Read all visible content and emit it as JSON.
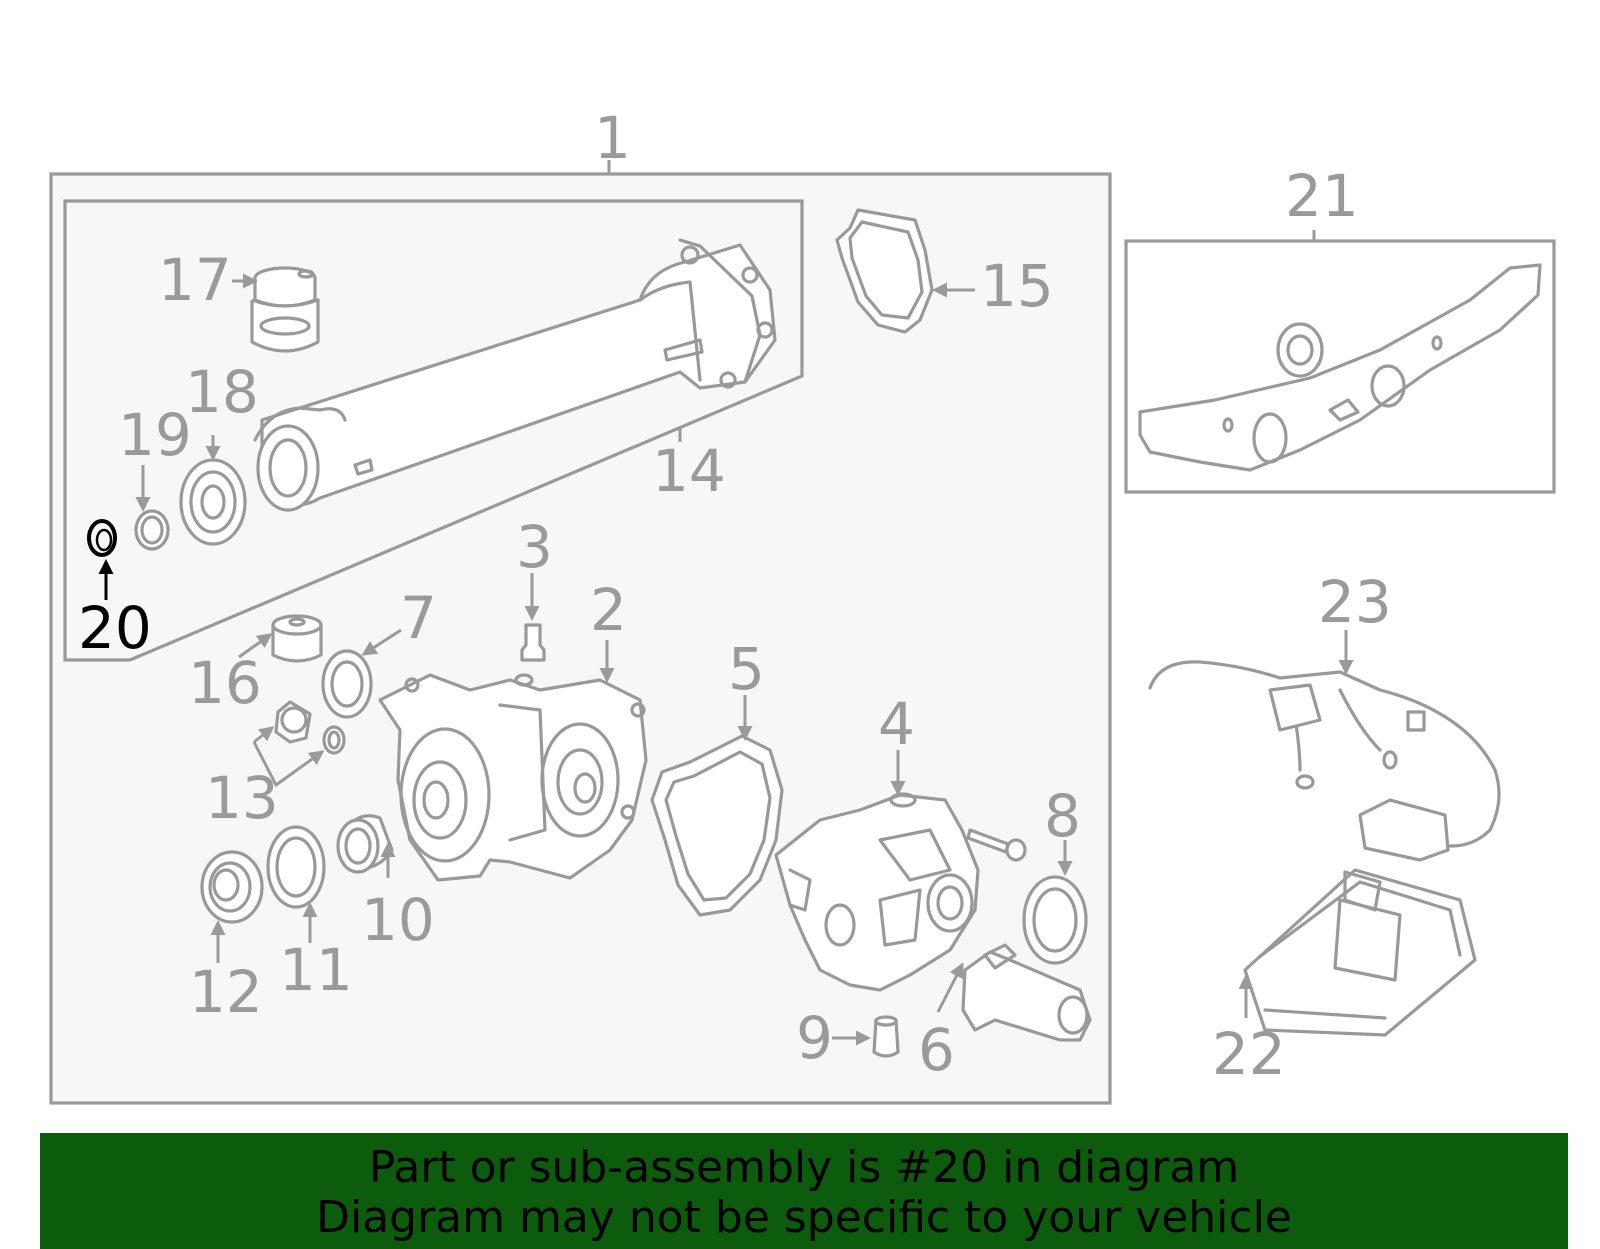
{
  "diagram": {
    "callouts": {
      "c1": "1",
      "c2": "2",
      "c3": "3",
      "c4": "4",
      "c5": "5",
      "c6": "6",
      "c7": "7",
      "c8": "8",
      "c9": "9",
      "c10": "10",
      "c11": "11",
      "c12": "12",
      "c13": "13",
      "c14": "14",
      "c15": "15",
      "c16": "16",
      "c17": "17",
      "c18": "18",
      "c19": "19",
      "c20": "20",
      "c21": "21",
      "c22": "22",
      "c23": "23"
    },
    "highlighted_part": "20",
    "colors": {
      "line": "#999999",
      "label": "#9a9a9a",
      "highlight": "#000000",
      "panel_fill": "#f7f7f7",
      "banner_bg": "#0d5c0d"
    }
  },
  "banner": {
    "line1": "Part or sub-assembly is #20 in diagram",
    "line2": "Diagram may not be specific to your vehicle"
  }
}
